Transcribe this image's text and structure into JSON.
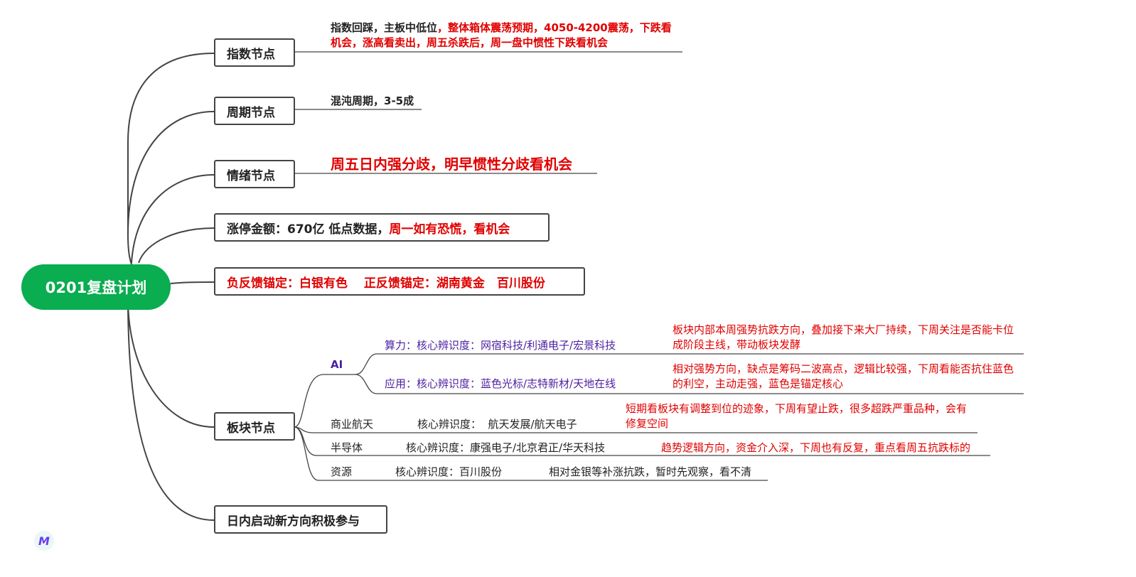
{
  "root": "0201复盘计划",
  "nodes": {
    "index": {
      "label": "指数节点",
      "note_black": "指数回踩，主板中低位",
      "note_red": "，整体箱体震荡预期，4050-4200震荡，下跌看机会，涨高看卖出，周五杀跌后，周一盘中惯性下跌看机会"
    },
    "cycle": {
      "label": "周期节点",
      "note": "混沌周期，3-5成"
    },
    "mood": {
      "label": "情绪节点",
      "note": "周五日内强分歧，明早惯性分歧看机会"
    },
    "limit": {
      "label_black": "涨停金额：670亿 低点数据，",
      "label_red": "周一如有恐慌，看机会"
    },
    "feedback": {
      "label": "负反馈锚定：白银有色　 正反馈锚定：湖南黄金　百川股份"
    },
    "sector": {
      "label": "板块节点",
      "ai": {
        "label": "AI",
        "compute": {
          "label": "算力：核心辨识度：网宿科技/利通电子/宏景科技",
          "note": "板块内部本周强势抗跌方向，叠加接下来大厂持续，下周关注是否能卡位成阶段主线，带动板块发酵"
        },
        "app": {
          "label": "应用：核心辨识度：蓝色光标/志特新材/天地在线",
          "note": "相对强势方向，缺点是筹码二波高点，逻辑比较强，下周看能否抗住蓝色的利空，主动走强，蓝色是锚定核心"
        }
      },
      "space": {
        "label": "商业航天",
        "core": "核心辨识度：  航天发展/航天电子",
        "note": "短期看板块有调整到位的迹象，下周有望止跌，很多超跌严重品种，会有修复空间"
      },
      "semi": {
        "label": "半导体",
        "core": "核心辨识度：康强电子/北京君正/华天科技",
        "note": "趋势逻辑方向，资金介入深，下周也有反复，重点看周五抗跌标的"
      },
      "resource": {
        "label": "资源",
        "core": "核心辨识度：百川股份",
        "note": "相对金银等补涨抗跌，暂时先观察，看不清"
      }
    },
    "intraday": {
      "label": "日内启动新方向积极参与"
    }
  }
}
